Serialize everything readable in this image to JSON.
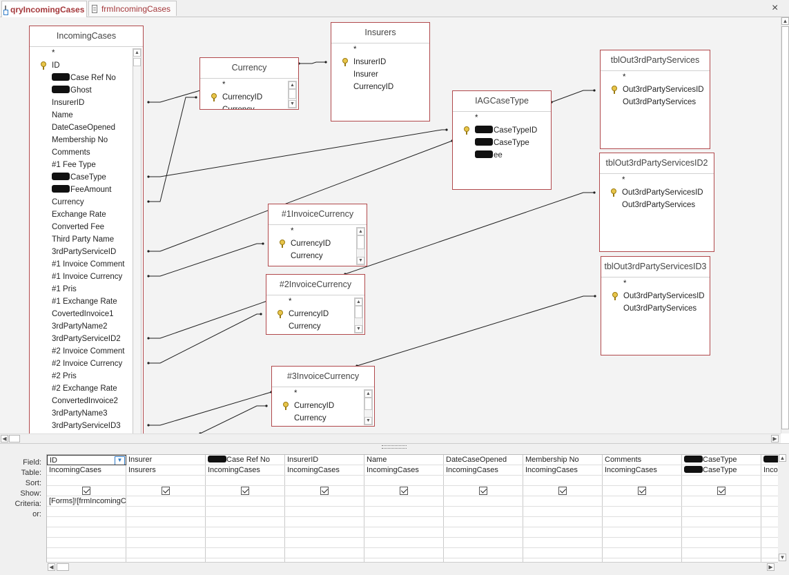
{
  "tabs": [
    {
      "label": "qryIncomingCases",
      "active": true,
      "icon": "query-icon"
    },
    {
      "label": "frmIncomingCases",
      "active": false,
      "icon": "form-icon"
    }
  ],
  "close_glyph": "×",
  "tables": {
    "incoming": {
      "title": "IncomingCases",
      "fields": [
        {
          "label": "*",
          "key": false,
          "redact": false
        },
        {
          "label": "ID",
          "key": true,
          "redact": false
        },
        {
          "label": "Case Ref No",
          "key": false,
          "redact": true
        },
        {
          "label": "Ghost",
          "key": false,
          "redact": true
        },
        {
          "label": "InsurerID",
          "key": false,
          "redact": false
        },
        {
          "label": "Name",
          "key": false,
          "redact": false
        },
        {
          "label": "DateCaseOpened",
          "key": false,
          "redact": false
        },
        {
          "label": "Membership No",
          "key": false,
          "redact": false
        },
        {
          "label": "Comments",
          "key": false,
          "redact": false
        },
        {
          "label": "#1 Fee Type",
          "key": false,
          "redact": false
        },
        {
          "label": "CaseType",
          "key": false,
          "redact": true
        },
        {
          "label": "FeeAmount",
          "key": false,
          "redact": true
        },
        {
          "label": "Currency",
          "key": false,
          "redact": false
        },
        {
          "label": "Exchange Rate",
          "key": false,
          "redact": false
        },
        {
          "label": "Converted Fee",
          "key": false,
          "redact": false
        },
        {
          "label": "Third Party Name",
          "key": false,
          "redact": false
        },
        {
          "label": "3rdPartyServiceID",
          "key": false,
          "redact": false
        },
        {
          "label": "#1 Invoice Comment",
          "key": false,
          "redact": false
        },
        {
          "label": "#1 Invoice Currency",
          "key": false,
          "redact": false
        },
        {
          "label": "#1 Pris",
          "key": false,
          "redact": false
        },
        {
          "label": "#1 Exchange Rate",
          "key": false,
          "redact": false
        },
        {
          "label": "CovertedInvoice1",
          "key": false,
          "redact": false
        },
        {
          "label": "3rdPartyName2",
          "key": false,
          "redact": false
        },
        {
          "label": "3rdPartyServiceID2",
          "key": false,
          "redact": false
        },
        {
          "label": "#2 Invoice Comment",
          "key": false,
          "redact": false
        },
        {
          "label": "#2 Invoice Currency",
          "key": false,
          "redact": false
        },
        {
          "label": "#2 Pris",
          "key": false,
          "redact": false
        },
        {
          "label": "#2 Exchange Rate",
          "key": false,
          "redact": false
        },
        {
          "label": "ConvertedInvoice2",
          "key": false,
          "redact": false
        },
        {
          "label": "3rdPartyName3",
          "key": false,
          "redact": false
        },
        {
          "label": "3rdPartyServiceID3",
          "key": false,
          "redact": false
        }
      ]
    },
    "currency": {
      "title": "Currency",
      "fields": [
        {
          "label": "*",
          "key": false,
          "redact": false
        },
        {
          "label": "CurrencyID",
          "key": true,
          "redact": false
        },
        {
          "label": "Currency",
          "key": false,
          "redact": false
        }
      ]
    },
    "insurers": {
      "title": "Insurers",
      "fields": [
        {
          "label": "*",
          "key": false,
          "redact": false
        },
        {
          "label": "InsurerID",
          "key": true,
          "redact": false
        },
        {
          "label": "Insurer",
          "key": false,
          "redact": false
        },
        {
          "label": "CurrencyID",
          "key": false,
          "redact": false
        }
      ]
    },
    "iag": {
      "title": "IAGCaseType",
      "fields": [
        {
          "label": "*",
          "key": false,
          "redact": false
        },
        {
          "label": "CaseTypeID",
          "key": true,
          "redact": true
        },
        {
          "label": "CaseType",
          "key": false,
          "redact": true
        },
        {
          "label": "ee",
          "key": false,
          "redact": true
        }
      ]
    },
    "out1": {
      "title": "tblOut3rdPartyServices",
      "fields": [
        {
          "label": "*",
          "key": false,
          "redact": false
        },
        {
          "label": "Out3rdPartyServicesID",
          "key": true,
          "redact": false
        },
        {
          "label": "Out3rdPartyServices",
          "key": false,
          "redact": false
        }
      ]
    },
    "out2": {
      "title": "tblOut3rdPartyServicesID2",
      "fields": [
        {
          "label": "*",
          "key": false,
          "redact": false
        },
        {
          "label": "Out3rdPartyServicesID",
          "key": true,
          "redact": false
        },
        {
          "label": "Out3rdPartyServices",
          "key": false,
          "redact": false
        }
      ]
    },
    "out3": {
      "title": "tblOut3rdPartyServicesID3",
      "fields": [
        {
          "label": "*",
          "key": false,
          "redact": false
        },
        {
          "label": "Out3rdPartyServicesID",
          "key": true,
          "redact": false
        },
        {
          "label": "Out3rdPartyServices",
          "key": false,
          "redact": false
        }
      ]
    },
    "inv1": {
      "title": "#1InvoiceCurrency",
      "fields": [
        {
          "label": "*",
          "key": false,
          "redact": false
        },
        {
          "label": "CurrencyID",
          "key": true,
          "redact": false
        },
        {
          "label": "Currency",
          "key": false,
          "redact": false
        }
      ]
    },
    "inv2": {
      "title": "#2InvoiceCurrency",
      "fields": [
        {
          "label": "*",
          "key": false,
          "redact": false
        },
        {
          "label": "CurrencyID",
          "key": true,
          "redact": false
        },
        {
          "label": "Currency",
          "key": false,
          "redact": false
        }
      ]
    },
    "inv3": {
      "title": "#3InvoiceCurrency",
      "fields": [
        {
          "label": "*",
          "key": false,
          "redact": false
        },
        {
          "label": "CurrencyID",
          "key": true,
          "redact": false
        },
        {
          "label": "Currency",
          "key": false,
          "redact": false
        }
      ]
    }
  },
  "grid": {
    "row_labels": {
      "field": "Field:",
      "table": "Table:",
      "sort": "Sort:",
      "show": "Show:",
      "criteria": "Criteria:",
      "or": "or:"
    },
    "columns": [
      {
        "field": "ID",
        "table": "IncomingCases",
        "show": true,
        "criteria": "[Forms]![frmIncomingCases]",
        "redact_field": false,
        "redact_table": false,
        "dropdown": true
      },
      {
        "field": "Insurer",
        "table": "Insurers",
        "show": true,
        "criteria": "",
        "redact_field": false,
        "redact_table": false,
        "dropdown": false
      },
      {
        "field": "Case Ref No",
        "table": "IncomingCases",
        "show": true,
        "criteria": "",
        "redact_field": true,
        "redact_table": false,
        "dropdown": false
      },
      {
        "field": "InsurerID",
        "table": "IncomingCases",
        "show": true,
        "criteria": "",
        "redact_field": false,
        "redact_table": false,
        "dropdown": false
      },
      {
        "field": "Name",
        "table": "IncomingCases",
        "show": true,
        "criteria": "",
        "redact_field": false,
        "redact_table": false,
        "dropdown": false
      },
      {
        "field": "DateCaseOpened",
        "table": "IncomingCases",
        "show": true,
        "criteria": "",
        "redact_field": false,
        "redact_table": false,
        "dropdown": false
      },
      {
        "field": "Membership No",
        "table": "IncomingCases",
        "show": true,
        "criteria": "",
        "redact_field": false,
        "redact_table": false,
        "dropdown": false
      },
      {
        "field": "Comments",
        "table": "IncomingCases",
        "show": true,
        "criteria": "",
        "redact_field": false,
        "redact_table": false,
        "dropdown": false
      },
      {
        "field": "CaseType",
        "table": "CaseType",
        "show": true,
        "criteria": "",
        "redact_field": true,
        "redact_table": true,
        "dropdown": false
      },
      {
        "field": "",
        "table": "Inco",
        "show": false,
        "criteria": "",
        "redact_field": true,
        "redact_table": false,
        "dropdown": false
      }
    ]
  }
}
